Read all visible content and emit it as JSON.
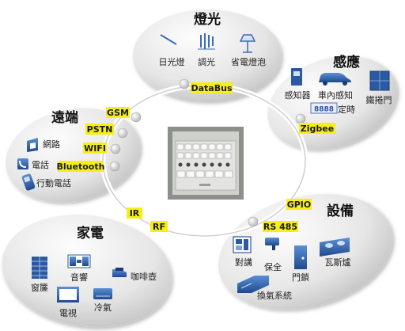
{
  "center_image": "control-panel-photo",
  "groups": {
    "lighting": {
      "title": "燈光",
      "items": [
        "日光燈",
        "調光",
        "省電燈泡"
      ],
      "bus_tag": "DataBus"
    },
    "sensing": {
      "title": "感應",
      "items": [
        "感知器",
        "車內感知",
        "鐵捲門",
        "定時"
      ],
      "timer_display": "8888",
      "bus_tag": "Zigbee"
    },
    "remote": {
      "title": "遠端",
      "items": [
        "網路",
        "電話",
        "行動電話"
      ],
      "tags": [
        "GSM",
        "PSTN",
        "WIFI",
        "Bluetooth"
      ]
    },
    "equipment": {
      "title": "設備",
      "items": [
        "對講",
        "保全",
        "門鎖",
        "瓦斯爐",
        "換氣系統"
      ],
      "tags": [
        "GPIO",
        "RS 485"
      ]
    },
    "appliances": {
      "title": "家電",
      "items": [
        "窗簾",
        "音響",
        "咖啡壺",
        "電視",
        "冷氣"
      ],
      "tags": [
        "IR",
        "RF"
      ]
    }
  },
  "colors": {
    "tag_fill": "#f5ee1a",
    "blob_light": "#f4f4f4",
    "blob_dark": "#c4c4c4",
    "icon_blue": "#2c5aa0",
    "ring": "#d8d8d8"
  }
}
